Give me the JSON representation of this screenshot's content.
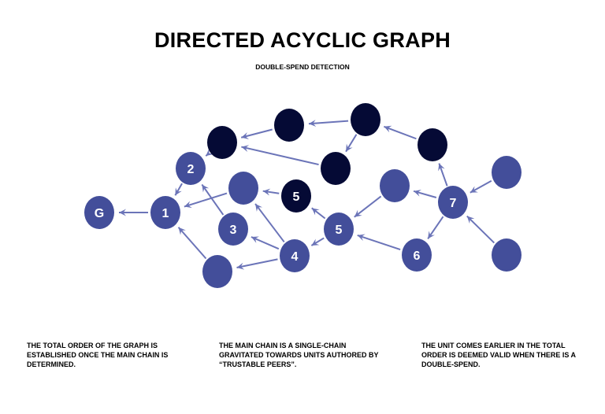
{
  "title": "DIRECTED ACYCLIC GRAPH",
  "subtitle": "DOUBLE-SPEND DETECTION",
  "colors": {
    "unit": "#434e9a",
    "double_spend_unit": "#050a35",
    "edge": "#6b74b8"
  },
  "graph": {
    "nodes": [
      {
        "id": "G",
        "label": "G",
        "kind": "unit"
      },
      {
        "id": "n1",
        "label": "1",
        "kind": "unit"
      },
      {
        "id": "n2",
        "label": "2",
        "kind": "unit"
      },
      {
        "id": "n3",
        "label": "3",
        "kind": "unit"
      },
      {
        "id": "n4",
        "label": "4",
        "kind": "unit"
      },
      {
        "id": "n5",
        "label": "5",
        "kind": "unit"
      },
      {
        "id": "n5d",
        "label": "5",
        "kind": "double_spend_unit"
      },
      {
        "id": "n6",
        "label": "6",
        "kind": "unit"
      },
      {
        "id": "n7",
        "label": "7",
        "kind": "unit"
      },
      {
        "id": "a",
        "label": "",
        "kind": "unit"
      },
      {
        "id": "b",
        "label": "",
        "kind": "unit"
      },
      {
        "id": "c",
        "label": "",
        "kind": "unit"
      },
      {
        "id": "d",
        "label": "",
        "kind": "unit"
      },
      {
        "id": "e",
        "label": "",
        "kind": "unit"
      },
      {
        "id": "k1",
        "label": "",
        "kind": "double_spend_unit"
      },
      {
        "id": "k2",
        "label": "",
        "kind": "double_spend_unit"
      },
      {
        "id": "k3",
        "label": "",
        "kind": "double_spend_unit"
      },
      {
        "id": "k4",
        "label": "",
        "kind": "double_spend_unit"
      },
      {
        "id": "k5",
        "label": "",
        "kind": "double_spend_unit"
      }
    ],
    "edges": [
      [
        "n1",
        "G"
      ],
      [
        "n2",
        "n1"
      ],
      [
        "a",
        "n1"
      ],
      [
        "b",
        "n1"
      ],
      [
        "n3",
        "n2"
      ],
      [
        "n4",
        "n3"
      ],
      [
        "n4",
        "a"
      ],
      [
        "n4",
        "b"
      ],
      [
        "n5",
        "n4"
      ],
      [
        "n5",
        "n5d"
      ],
      [
        "n5d",
        "a"
      ],
      [
        "c",
        "n5"
      ],
      [
        "n6",
        "n5"
      ],
      [
        "n7",
        "c"
      ],
      [
        "n7",
        "n6"
      ],
      [
        "n7",
        "k5"
      ],
      [
        "d",
        "n7"
      ],
      [
        "e",
        "n7"
      ],
      [
        "k5",
        "k3"
      ],
      [
        "k3",
        "k2"
      ],
      [
        "k3",
        "k4"
      ],
      [
        "k4",
        "k1"
      ],
      [
        "k2",
        "k1"
      ],
      [
        "k1",
        "n2"
      ]
    ]
  },
  "notes": [
    "THE TOTAL ORDER OF THE GRAPH IS ESTABLISHED ONCE THE MAIN CHAIN IS DETERMINED.",
    "THE MAIN CHAIN IS A SINGLE-CHAIN GRAVITATED TOWARDS UNITS AUTHORED BY “TRUSTABLE PEERS”.",
    "THE UNIT COMES EARLIER IN THE TOTAL ORDER IS DEEMED VALID WHEN THERE IS A DOUBLE-SPEND."
  ]
}
